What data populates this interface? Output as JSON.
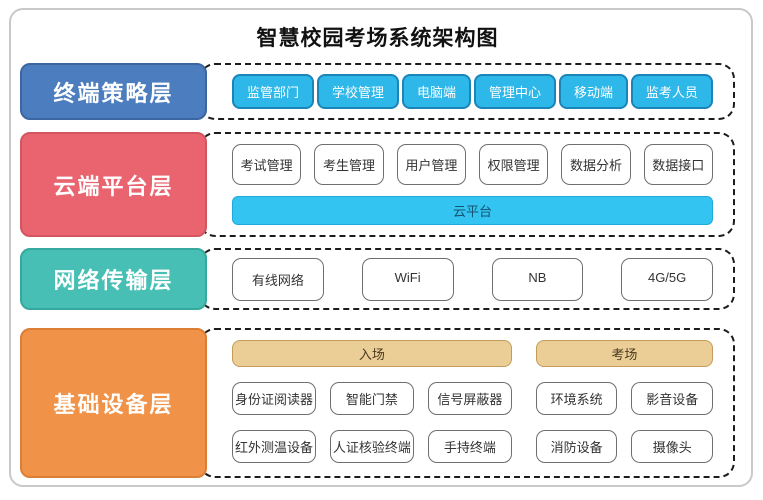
{
  "title": "智慧校园考场系统架构图",
  "layers": {
    "terminal": {
      "label": "终端策略层",
      "items": [
        "监管部门",
        "学校管理",
        "电脑端",
        "管理中心",
        "移动端",
        "监考人员"
      ]
    },
    "cloud": {
      "label": "云端平台层",
      "items": [
        "考试管理",
        "考生管理",
        "用户管理",
        "权限管理",
        "数据分析",
        "数据接口"
      ],
      "platform": "云平台"
    },
    "network": {
      "label": "网络传输层",
      "items": [
        "有线网络",
        "WiFi",
        "NB",
        "4G/5G"
      ]
    },
    "device": {
      "label": "基础设备层",
      "entry": {
        "header": "入场",
        "row1": [
          "身份证阅读器",
          "智能门禁",
          "信号屏蔽器"
        ],
        "row2": [
          "红外测温设备",
          "人证核验终端",
          "手持终端"
        ]
      },
      "room": {
        "header": "考场",
        "row1": [
          "环境系统",
          "影音设备"
        ],
        "row2": [
          "消防设备",
          "摄像头"
        ]
      }
    }
  },
  "colors": {
    "terminal_label_bg": "#4C7DBE",
    "terminal_item_bg": "#2EB7E9",
    "cloud_label_bg": "#E9646F",
    "network_label_bg": "#47BFB4",
    "device_label_bg": "#F09248",
    "platform_bar_bg": "#33C4F2",
    "group_header_bg": "#EBCD96",
    "dashed_border": "#1c1c1c",
    "outer_border": "#c9c9c9"
  }
}
